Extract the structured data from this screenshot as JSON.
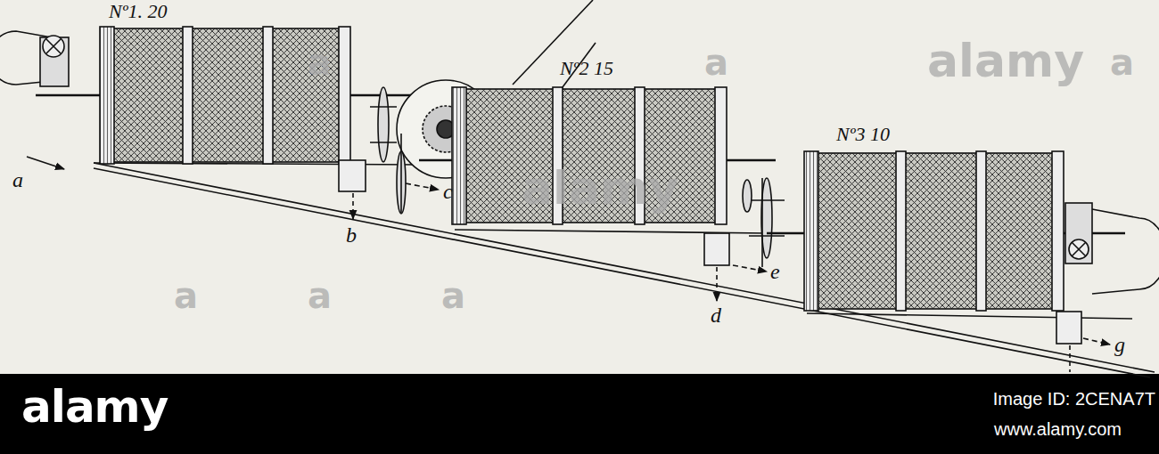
{
  "diagram": {
    "labels": [
      "Nº1. 20",
      "Nº2 15",
      "Nº3 10",
      "a",
      "b",
      "c",
      "d",
      "e",
      "g",
      "a",
      "a",
      "a",
      "a",
      "a",
      "a",
      "alamy",
      "alamy",
      "alamy",
      "Image ID: 2CENA7T",
      "www.alamy.com"
    ]
  }
}
